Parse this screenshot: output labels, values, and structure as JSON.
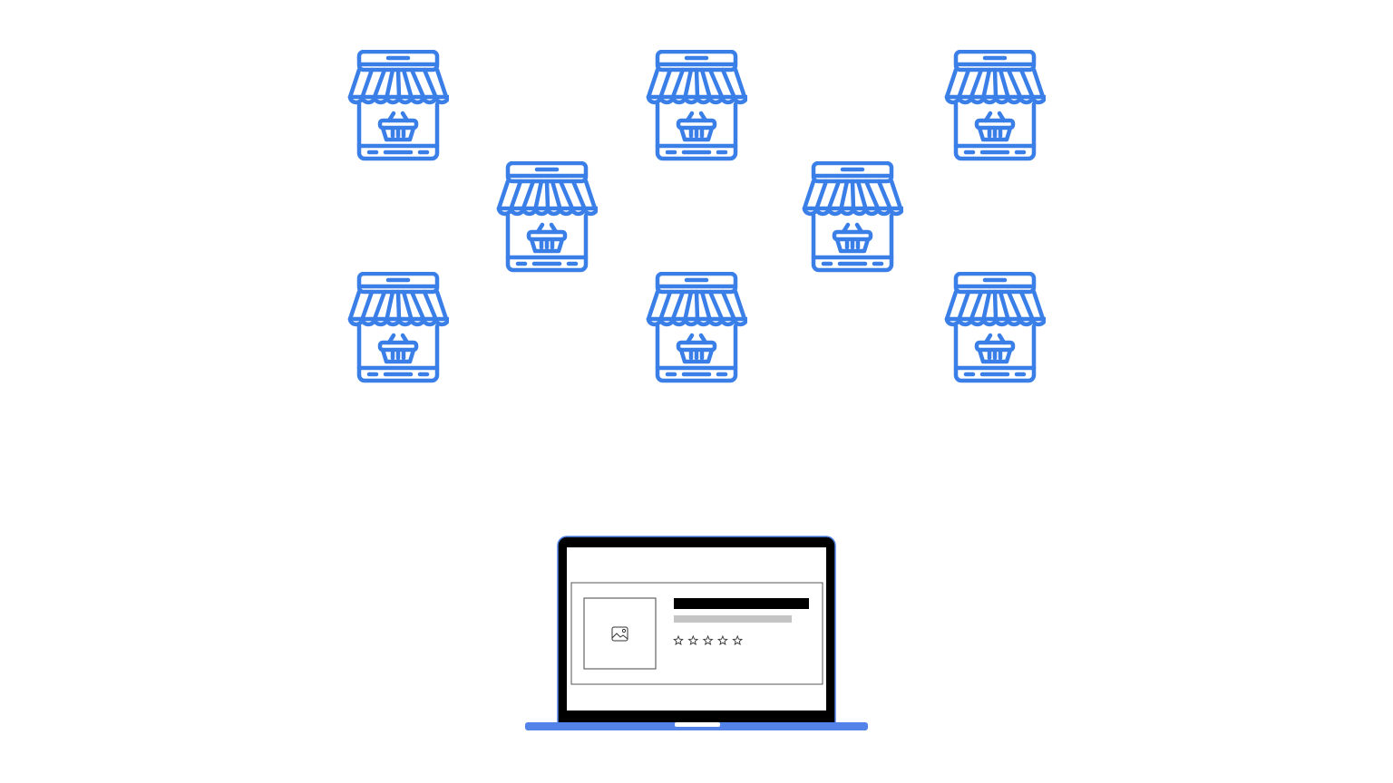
{
  "colors": {
    "store_icon": "#3a7fe8",
    "laptop_base": "#5383e8",
    "laptop_bezel": "#000000",
    "placeholder_bar": "#c4c4c4"
  },
  "stores": {
    "icon": "storefront-basket-icon",
    "count": 8
  },
  "laptop": {
    "icon": "laptop-icon",
    "card": {
      "image_icon": "image-placeholder-icon",
      "rating_stars_filled": 0,
      "rating_stars_total": 5
    }
  }
}
